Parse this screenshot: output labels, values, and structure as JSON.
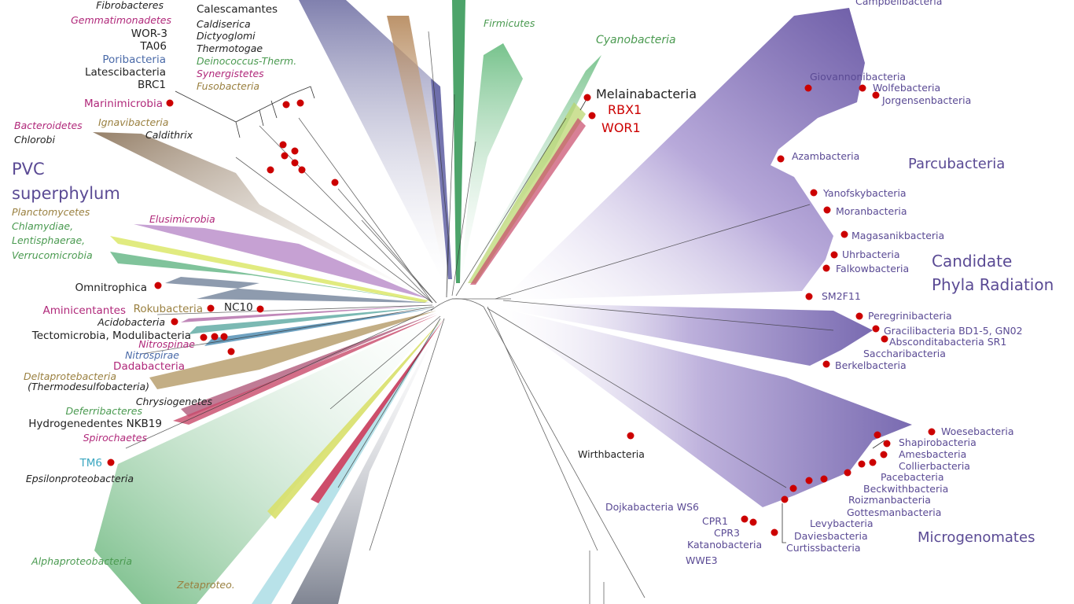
{
  "colors": {
    "red_marker": "#cc0000",
    "cpr_purple": "#5a4a94",
    "green": "#4a9a50",
    "magenta": "#b0287a",
    "tan": "#9a8040",
    "blue": "#4a6aa8",
    "cyan": "#3aa6c0",
    "dark": "#222222"
  },
  "left_labels": [
    {
      "text": "Fibrobacteres",
      "italic": true,
      "color": "dark"
    },
    {
      "text": "Calescamantes",
      "italic": false,
      "color": "dark"
    },
    {
      "text": "Gemmatimonadetes",
      "italic": true,
      "color": "magenta"
    },
    {
      "text": "Caldiserica",
      "italic": true,
      "color": "dark"
    },
    {
      "text": "WOR-3",
      "italic": false,
      "color": "dark"
    },
    {
      "text": "Dictyoglomi",
      "italic": true,
      "color": "dark"
    },
    {
      "text": "TA06",
      "italic": false,
      "color": "dark"
    },
    {
      "text": "Thermotogae",
      "italic": true,
      "color": "dark"
    },
    {
      "text": "Poribacteria",
      "italic": false,
      "color": "blue"
    },
    {
      "text": "Deinococcus-Therm.",
      "italic": true,
      "color": "green"
    },
    {
      "text": "Latescibacteria",
      "italic": false,
      "color": "dark"
    },
    {
      "text": "Synergistetes",
      "italic": true,
      "color": "magenta"
    },
    {
      "text": "BRC1",
      "italic": false,
      "color": "dark"
    },
    {
      "text": "Fusobacteria",
      "italic": true,
      "color": "tan"
    },
    {
      "text": "Marinimicrobia",
      "italic": false,
      "color": "magenta"
    },
    {
      "text": "Bacteroidetes",
      "italic": true,
      "color": "magenta"
    },
    {
      "text": "Ignavibacteria",
      "italic": true,
      "color": "tan"
    },
    {
      "text": "Chlorobi",
      "italic": true,
      "color": "dark"
    },
    {
      "text": "Caldithrix",
      "italic": true,
      "color": "dark"
    },
    {
      "text": "PVC",
      "italic": false,
      "color": "cpr_purple"
    },
    {
      "text": "superphylum",
      "italic": false,
      "color": "cpr_purple"
    },
    {
      "text": "Planctomycetes",
      "italic": true,
      "color": "tan"
    },
    {
      "text": "Chlamydiae,",
      "italic": true,
      "color": "green"
    },
    {
      "text": "Lentisphaerae,",
      "italic": true,
      "color": "green"
    },
    {
      "text": "Verrucomicrobia",
      "italic": true,
      "color": "green"
    },
    {
      "text": "Elusimicrobia",
      "italic": true,
      "color": "magenta"
    },
    {
      "text": "Omnitrophica",
      "italic": false,
      "color": "dark"
    },
    {
      "text": "Aminicentantes",
      "italic": false,
      "color": "magenta"
    },
    {
      "text": "Rokubacteria",
      "italic": false,
      "color": "tan"
    },
    {
      "text": "NC10",
      "italic": false,
      "color": "dark"
    },
    {
      "text": "Acidobacteria",
      "italic": true,
      "color": "dark"
    },
    {
      "text": "Tectomicrobia, Modulibacteria",
      "italic": false,
      "color": "dark"
    },
    {
      "text": "Nitrospinae",
      "italic": true,
      "color": "magenta"
    },
    {
      "text": "Nitrospirae",
      "italic": true,
      "color": "blue"
    },
    {
      "text": "Dadabacteria",
      "italic": false,
      "color": "magenta"
    },
    {
      "text": "Deltaprotebacteria",
      "italic": true,
      "color": "tan"
    },
    {
      "text": "(Thermodesulfobacteria)",
      "italic": true,
      "color": "dark"
    },
    {
      "text": "Chrysiogenetes",
      "italic": true,
      "color": "dark"
    },
    {
      "text": "Deferribacteres",
      "italic": true,
      "color": "green"
    },
    {
      "text": "Hydrogenedentes NKB19",
      "italic": false,
      "color": "dark"
    },
    {
      "text": "Spirochaetes",
      "italic": true,
      "color": "magenta"
    },
    {
      "text": "TM6",
      "italic": false,
      "color": "cyan"
    },
    {
      "text": "Epsilonproteobacteria",
      "italic": true,
      "color": "dark"
    },
    {
      "text": "Alphaproteobacteria",
      "italic": true,
      "color": "green"
    },
    {
      "text": "Zetaproteo.",
      "italic": true,
      "color": "tan"
    }
  ],
  "top_labels": [
    {
      "text": "Firmicutes",
      "italic": true,
      "color": "green"
    },
    {
      "text": "Cyanobacteria",
      "italic": true,
      "color": "green"
    },
    {
      "text": "Melainabacteria",
      "italic": false,
      "color": "dark"
    },
    {
      "text": "RBX1",
      "italic": false,
      "color": "red_marker"
    },
    {
      "text": "WOR1",
      "italic": false,
      "color": "red_marker"
    }
  ],
  "right_labels": [
    {
      "text": "Campbellbacteria"
    },
    {
      "text": "Giovannonibacteria"
    },
    {
      "text": "Wolfebacteria"
    },
    {
      "text": "Jorgensenbacteria"
    },
    {
      "text": "Azambacteria"
    },
    {
      "text": "Yanofskybacteria"
    },
    {
      "text": "Moranbacteria"
    },
    {
      "text": "Magasanikbacteria"
    },
    {
      "text": "Uhrbacteria"
    },
    {
      "text": "Falkowbacteria"
    },
    {
      "text": "SM2F11"
    },
    {
      "text": "Peregrinibacteria"
    },
    {
      "text": "Gracilibacteria BD1-5, GN02"
    },
    {
      "text": "Absconditabacteria SR1"
    },
    {
      "text": "Saccharibacteria"
    },
    {
      "text": "Berkelbacteria"
    },
    {
      "text": "Woesebacteria"
    },
    {
      "text": "Shapirobacteria"
    },
    {
      "text": "Amesbacteria"
    },
    {
      "text": "Collierbacteria"
    },
    {
      "text": "Pacebacteria"
    },
    {
      "text": "Beckwithbacteria"
    },
    {
      "text": "Roizmanbacteria"
    },
    {
      "text": "Gottesmanbacteria"
    },
    {
      "text": "Levybacteria"
    },
    {
      "text": "Daviesbacteria"
    },
    {
      "text": "Curtissbacteria"
    },
    {
      "text": "Dojkabacteria WS6"
    },
    {
      "text": "CPR1"
    },
    {
      "text": "CPR3"
    },
    {
      "text": "Katanobacteria"
    },
    {
      "text": "WWE3"
    },
    {
      "text": "Wirthbacteria"
    }
  ],
  "group_labels": [
    {
      "text": "Parcubacteria"
    },
    {
      "text": "Candidate"
    },
    {
      "text": "Phyla Radiation"
    },
    {
      "text": "Microgenomates"
    }
  ]
}
